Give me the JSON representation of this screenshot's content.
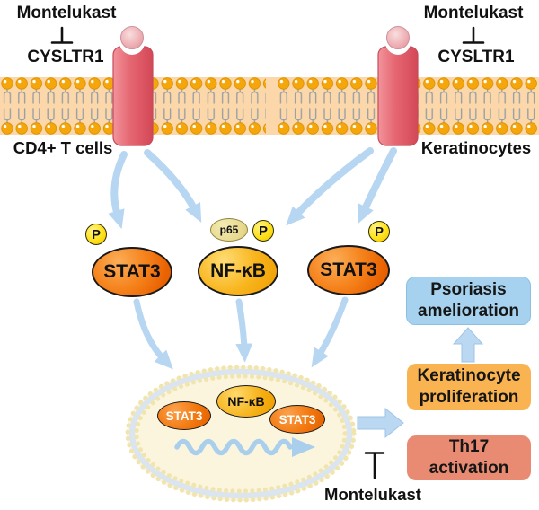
{
  "cells": {
    "left": {
      "inhibitor": "Montelukast",
      "receptor": "CYSLTR1",
      "name": "CD4+ T cells"
    },
    "right": {
      "inhibitor": "Montelukast",
      "receptor": "CYSLTR1",
      "name": "Keratinocytes"
    }
  },
  "cytoplasm": {
    "phospho": "P",
    "p65": "p65",
    "stat3": "STAT3",
    "nfkb": "NF-κB"
  },
  "nucleus": {
    "stat3": "STAT3",
    "nfkb": "NF-κB"
  },
  "outcomes": {
    "psoriasis": {
      "label": "Psoriasis amelioration",
      "color": "#A6D2EF"
    },
    "keratinocyte": {
      "label": "Keratinocyte proliferation",
      "color": "#F9B350"
    },
    "th17": {
      "label": "Th17 activation",
      "color": "#E98A72"
    }
  },
  "bottom_inhibitor": "Montelukast",
  "colors": {
    "membrane_band": "#FBD7A9",
    "lipid_head": "#F5A60A",
    "receptor_red": "#E56570",
    "receptor_ball": "#EFB3B8",
    "arrow_blue": "#B7D6F1",
    "oval_orange": "#F5821B",
    "oval_yellow": "#F8B41C",
    "phospho_yellow": "#FFE11A",
    "p65_beige": "#E7D88C",
    "nucleus_fill": "#FCF5DE",
    "nucleus_ring": "#DBE5F0",
    "nucleus_beads": "#F0E5AF",
    "inhibitor_bar": "#111111"
  }
}
